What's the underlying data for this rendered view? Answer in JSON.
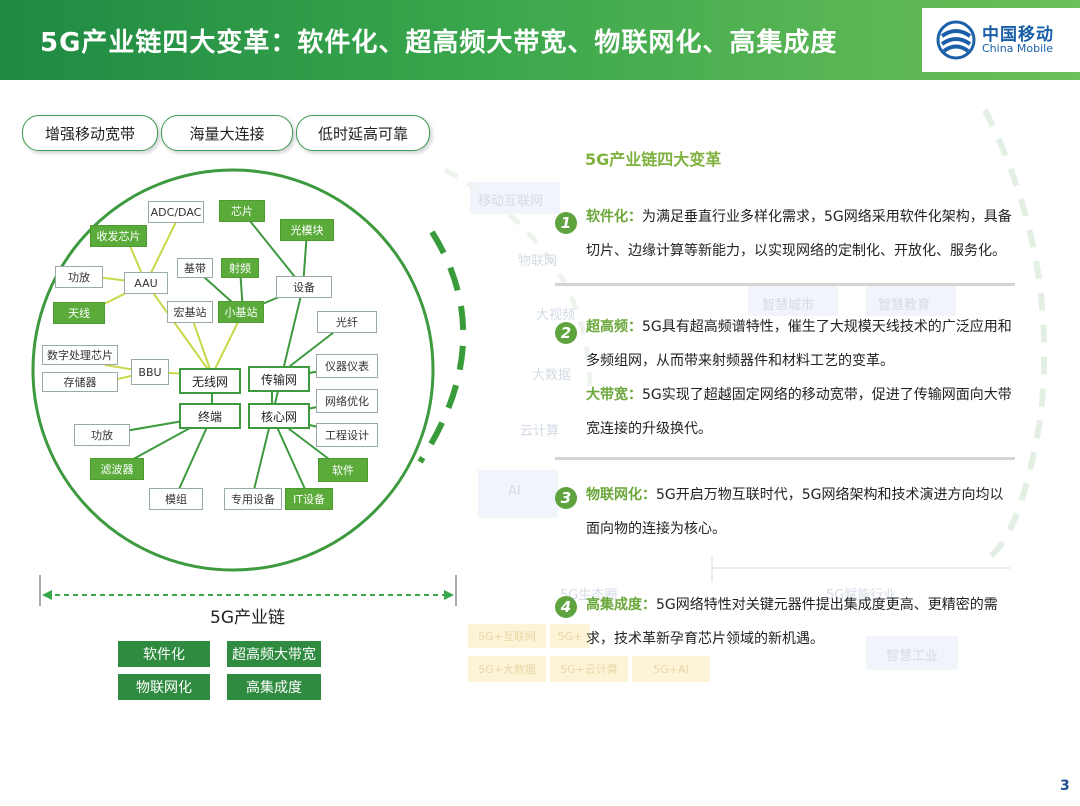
{
  "header": {
    "title": "5G产业链四大变革：软件化、超高频大带宽、物联网化、高集成度"
  },
  "logo": {
    "cn": "中国移动",
    "en": "China Mobile",
    "icon": "china-mobile-logo-icon"
  },
  "colors": {
    "brand_green": "#3aa74c",
    "dark_green": "#2e8b3f",
    "light_green": "#5aab3a",
    "accent_text": "#7fb23d"
  },
  "pills": [
    "增强移动宽带",
    "海量大连接",
    "低时延高可靠"
  ],
  "diagram": {
    "nodes": {
      "adc": "ADC/DAC",
      "chip": "芯片",
      "transceiver": "收发芯片",
      "optical_module": "光模块",
      "pa1": "功放",
      "aau": "AAU",
      "baseband": "基带",
      "rf": "射频",
      "equipment": "设备",
      "antenna": "天线",
      "macro": "宏基站",
      "small": "小基站",
      "fiber": "光纤",
      "dsp": "数字处理芯片",
      "storage": "存储器",
      "bbu": "BBU",
      "wireless": "无线网",
      "transport": "传输网",
      "instrument": "仪器仪表",
      "optimization": "网络优化",
      "terminal": "终端",
      "core": "核心网",
      "engineering": "工程设计",
      "pa2": "功放",
      "filter": "滤波器",
      "software": "软件",
      "module": "模组",
      "dedicated": "专用设备",
      "it_equipment": "IT设备"
    },
    "chain_label": "5G产业链",
    "buttons": [
      "软件化",
      "超高频大带宽",
      "物联网化",
      "高集成度"
    ]
  },
  "background": {
    "labels": [
      "移动互联网",
      "物联网",
      "大视频",
      "大数据",
      "云计算",
      "AI",
      "智慧城市",
      "智慧教育",
      "5G生态圈",
      "5G赋能行业",
      "智慧工业"
    ],
    "tiles": [
      "5G+互联网",
      "5G+",
      "5G+大数据",
      "5G+云计算",
      "5G+AI"
    ]
  },
  "right": {
    "title": "5G产业链四大变革",
    "items": [
      {
        "num": "1",
        "head": "软件化：",
        "text": "为满足垂直行业多样化需求，5G网络采用软件化架构，具备切片、边缘计算等新能力，以实现网络的定制化、开放化、服务化。"
      },
      {
        "num": "2",
        "head": "超高频：",
        "text": "5G具有超高频谱特性，催生了大规模天线技术的广泛应用和多频组网，从而带来射频器件和材料工艺的变革。"
      },
      {
        "num": "",
        "head": "大带宽：",
        "text": "5G实现了超越固定网络的移动宽带，促进了传输网面向大带宽连接的升级换代。"
      },
      {
        "num": "3",
        "head": "物联网化：",
        "text": "5G开启万物互联时代，5G网络架构和技术演进方向均以面向物的连接为核心。"
      },
      {
        "num": "4",
        "head": "高集成度：",
        "text": "5G网络特性对关键元器件提出集成度更高、更精密的需求，技术革新孕育芯片领域的新机遇。"
      }
    ]
  },
  "page": {
    "number": "3"
  }
}
